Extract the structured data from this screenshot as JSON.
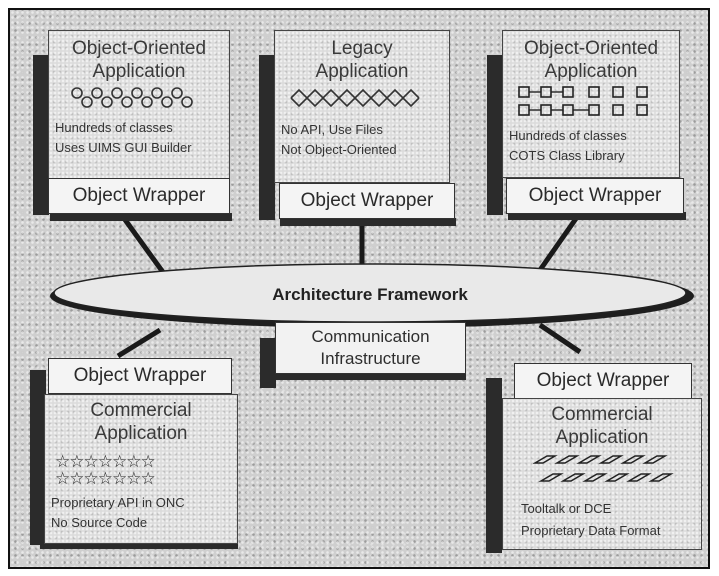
{
  "framework": {
    "label": "Architecture Framework"
  },
  "communication": {
    "line1": "Communication",
    "line2": "Infrastructure"
  },
  "nodes": [
    {
      "title_line1": "Object-Oriented",
      "title_line2": "Application",
      "desc_line1": "Hundreds of classes",
      "desc_line2": "Uses UIMS GUI Builder",
      "wrapper": "Object Wrapper",
      "glyph": "circle-cluster-icon"
    },
    {
      "title_line1": "Legacy",
      "title_line2": "Application",
      "desc_line1": "No API, Use Files",
      "desc_line2": "Not Object-Oriented",
      "wrapper": "Object Wrapper",
      "glyph": "zigzag-lattice-icon"
    },
    {
      "title_line1": "Object-Oriented",
      "title_line2": "Application",
      "desc_line1": "Hundreds of classes",
      "desc_line2": "COTS Class Library",
      "wrapper": "Object Wrapper",
      "glyph": "square-grid-icon"
    },
    {
      "title_line1": "Commercial",
      "title_line2": "Application",
      "desc_line1": "Proprietary API in ONC",
      "desc_line2": "No Source Code",
      "wrapper": "Object Wrapper",
      "glyph": "star-row-icon"
    },
    {
      "title_line1": "Commercial",
      "title_line2": "Application",
      "desc_line1": "Tooltalk or DCE",
      "desc_line2": "Proprietary Data Format",
      "wrapper": "Object Wrapper",
      "glyph": "diamond-chip-icon"
    }
  ]
}
